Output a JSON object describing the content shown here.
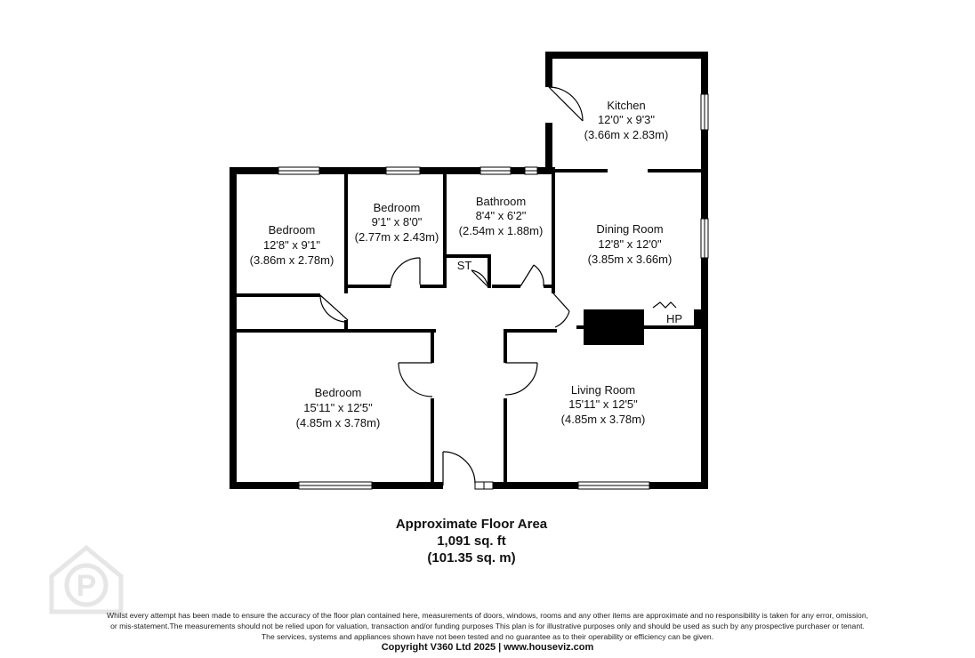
{
  "rooms": {
    "kitchen": {
      "name": "Kitchen",
      "imperial": "12'0\" x 9'3\"",
      "metric": "(3.66m x 2.83m)"
    },
    "bedroom_left": {
      "name": "Bedroom",
      "imperial": "12'8\" x 9'1\"",
      "metric": "(3.86m x 2.78m)"
    },
    "bedroom_small": {
      "name": "Bedroom",
      "imperial": "9'1\" x 8'0\"",
      "metric": "(2.77m x 2.43m)"
    },
    "bathroom": {
      "name": "Bathroom",
      "imperial": "8'4\" x 6'2\"",
      "metric": "(2.54m x 1.88m)"
    },
    "dining": {
      "name": "Dining Room",
      "imperial": "12'8\" x 12'0\"",
      "metric": "(3.85m x 3.66m)"
    },
    "bedroom_main": {
      "name": "Bedroom",
      "imperial": "15'11\" x 12'5\"",
      "metric": "(4.85m x 3.78m)"
    },
    "living": {
      "name": "Living Room",
      "imperial": "15'11\" x 12'5\"",
      "metric": "(4.85m x 3.78m)"
    }
  },
  "labels": {
    "store": "ST",
    "heat_pump": "HP"
  },
  "area": {
    "title": "Approximate Floor Area",
    "sqft": "1,091 sq. ft",
    "sqm": "(101.35 sq. m)"
  },
  "disclaimer": {
    "line1": "Whilst every attempt has been made to ensure the accuracy of the floor plan contained here, measurements of doors, windows, rooms and any other items are approximate and no responsibility is taken for any error, omission,",
    "line2": "or mis-statement.The measurements should not be relied upon for valuation, transaction and/or funding purposes This plan is for illustrative purposes only and should be used as such by any prospective purchaser or tenant.",
    "line3": "The services, systems and appliances shown have not been tested and no guarantee as to their operability or efficiency can be given."
  },
  "copyright": "Copyright V360 Ltd 2025 | www.houseviz.com",
  "watermark_letter": "P"
}
